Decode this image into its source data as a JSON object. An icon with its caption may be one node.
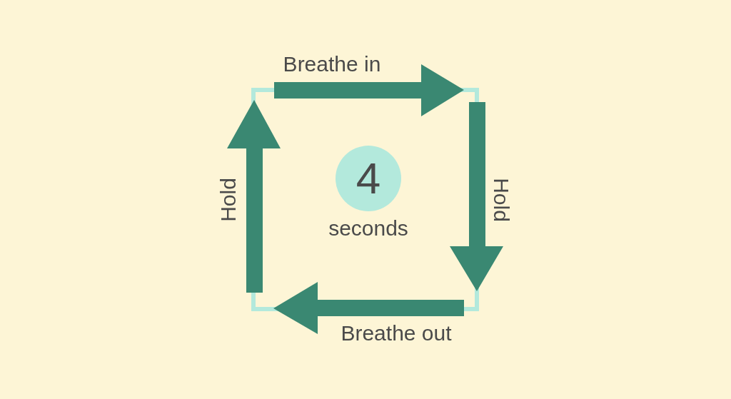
{
  "diagram": {
    "nodes": [
      {
        "text": [
          "4"
        ],
        "beside": [
          "seconds"
        ]
      }
    ],
    "labels": [
      "Breathe in",
      "Hold",
      "Breathe out",
      "Hold"
    ]
  }
}
